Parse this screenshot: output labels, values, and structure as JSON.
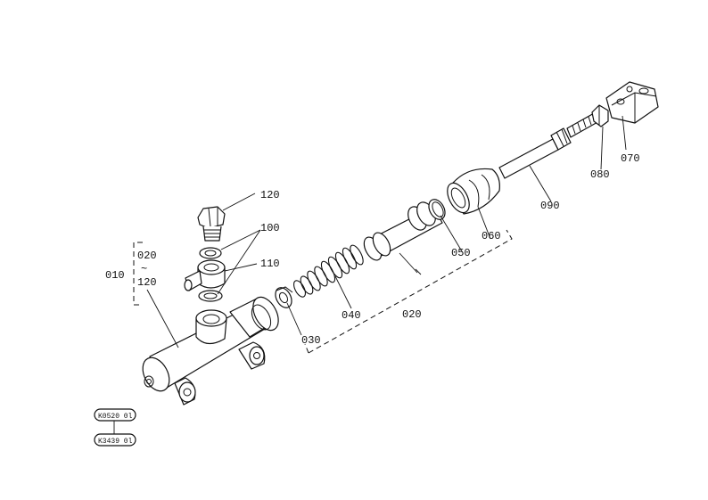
{
  "diagram": {
    "labels": {
      "p010": "010",
      "p020_top": "020",
      "tilde": "~",
      "p120_bot": "120",
      "p120": "120",
      "p100": "100",
      "p110": "110",
      "p030": "030",
      "p040": "040",
      "p020": "020",
      "p050": "050",
      "p060": "060",
      "p090": "090",
      "p080": "080",
      "p070": "070"
    },
    "codes": {
      "upper": "K0520 0l",
      "lower": "K3439 0l"
    }
  }
}
